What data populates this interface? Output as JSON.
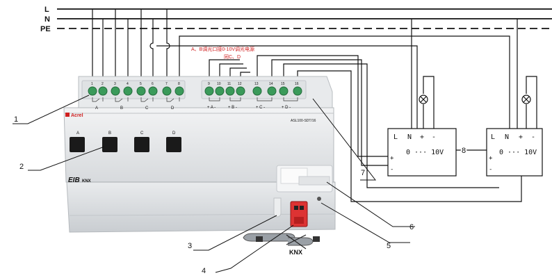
{
  "bus_lines": [
    {
      "id": "L",
      "label": "L",
      "style": "solid"
    },
    {
      "id": "N",
      "label": "N",
      "style": "solid"
    },
    {
      "id": "PE",
      "label": "PE",
      "style": "dashed"
    }
  ],
  "annotation_cn": "A、B调光口接0-10V调光电源",
  "annotation_cn_2": "同C、D",
  "device": {
    "brand": "Acrel",
    "model": "ASL100-SDT/16",
    "mark_eib": "EIB",
    "mark_knx": "KNX",
    "channel_buttons": [
      "A",
      "B",
      "C",
      "D"
    ],
    "left_terminal_numbers": [
      "1",
      "2",
      "3",
      "4",
      "5",
      "6",
      "7",
      "8"
    ],
    "left_channel_labels": [
      "A",
      "B",
      "C",
      "D"
    ],
    "right_terminal_numbers": [
      "9",
      "10",
      "11",
      "12",
      "13",
      "14",
      "15",
      "16"
    ],
    "right_channel_labels": [
      "+ A -",
      "+ B -",
      "+ C -",
      "+ D -"
    ]
  },
  "knx_connector": {
    "label": "KNX"
  },
  "drivers": [
    {
      "labels": [
        "L",
        "N",
        "+",
        "-"
      ],
      "range": "0 ··· 10V",
      "plus": "+",
      "minus": "-"
    },
    {
      "labels": [
        "L",
        "N",
        "+",
        "-"
      ],
      "range": "0 ··· 10V",
      "plus": "+",
      "minus": "-"
    }
  ],
  "callouts": [
    "1",
    "2",
    "3",
    "4",
    "5",
    "6",
    "7",
    "8"
  ],
  "colors": {
    "terminal_green": "#3a9a5a",
    "device_body": "#e6e8ea",
    "wire": "#111111",
    "accent_red": "#d02020"
  }
}
